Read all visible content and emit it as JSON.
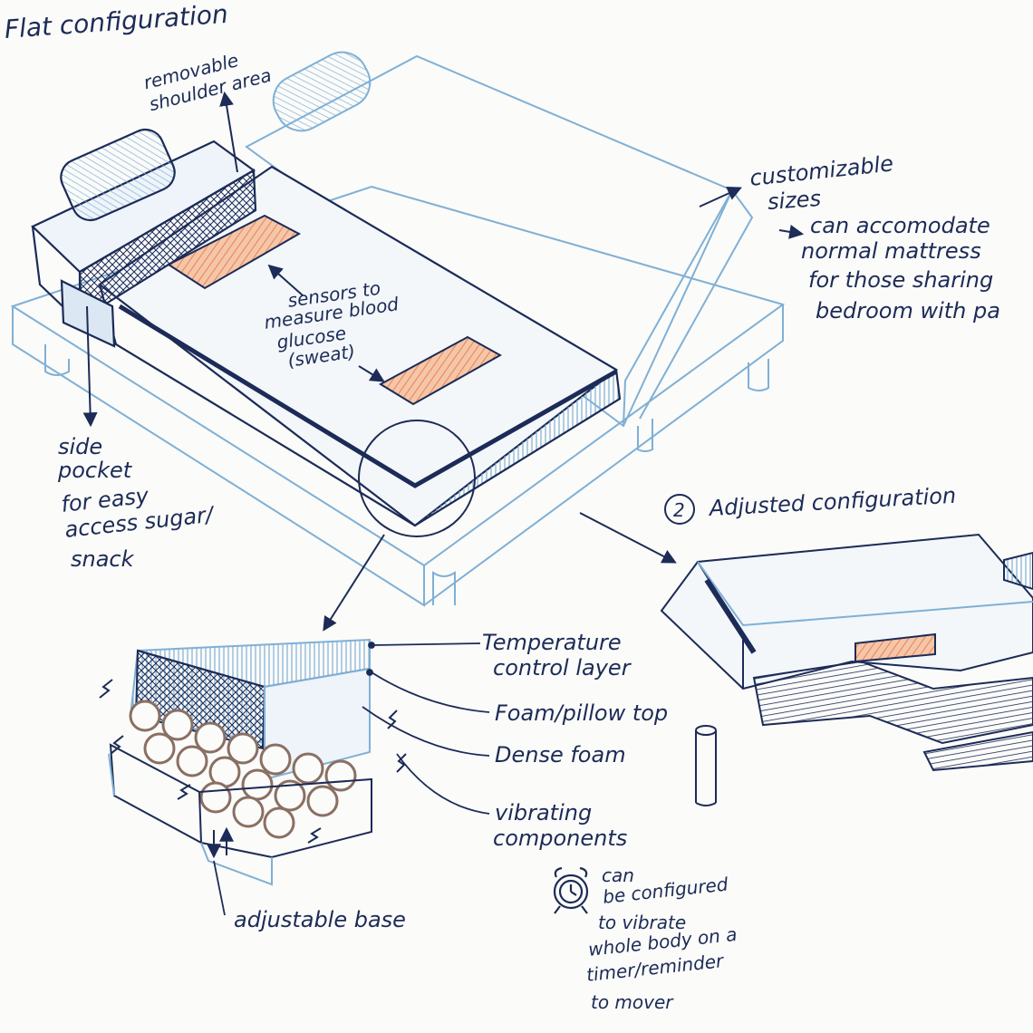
{
  "labels": {
    "flat_configuration": "Flat configuration",
    "removable_shoulder": [
      "removable",
      "shoulder area"
    ],
    "customizable": [
      "customizable",
      "sizes"
    ],
    "accommodate": [
      "can accomodate",
      "normal mattress",
      "for those sharing",
      "bedroom with pa"
    ],
    "sensors": [
      "sensors to",
      "measure blood",
      "glucose",
      "(sweat)"
    ],
    "side_pocket": [
      "side",
      "pocket",
      "for easy",
      "access sugar/",
      "snack"
    ],
    "adjusted_number": "2",
    "adjusted_configuration": "Adjusted configuration",
    "temperature": [
      "Temperature",
      "control layer"
    ],
    "foam_pillow": "Foam/pillow top",
    "dense_foam": "Dense foam",
    "vibrating": [
      "vibrating",
      "components"
    ],
    "adjustable_base": "adjustable base",
    "configured": [
      "can",
      "be configured",
      "to vibrate",
      "whole body on a",
      "timer/reminder",
      "to mover"
    ]
  },
  "colors": {
    "ink": "#1c2b57",
    "pencil_blue": "#7fb0d6",
    "sensor_orange": "#e8825a",
    "coil_brown": "#8a6f63",
    "paper": "#fbfbf9"
  },
  "icons": [
    "alarm-clock-icon"
  ]
}
